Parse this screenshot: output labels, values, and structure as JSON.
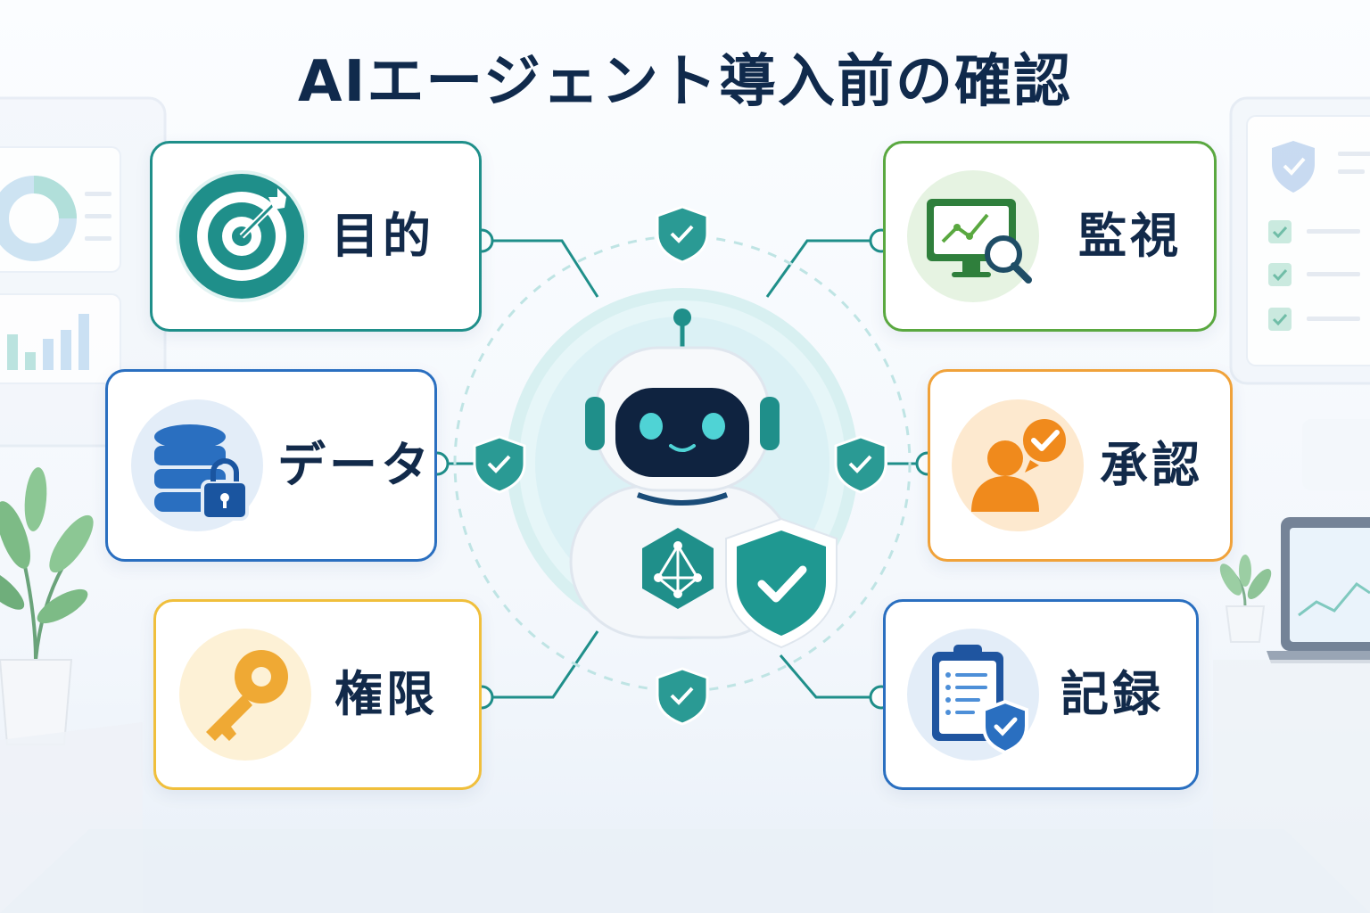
{
  "title": "AIエージェント導入前の確認",
  "colors": {
    "teal": "#1f8f8a",
    "blue": "#2a6fc0",
    "green": "#5aa840",
    "orange": "#f0a23a",
    "yellow": "#f0bf3c",
    "navy": "#102a4c"
  },
  "items": {
    "purpose": {
      "label": "目的",
      "icon": "target-icon"
    },
    "data": {
      "label": "データ",
      "icon": "database-lock-icon"
    },
    "permission": {
      "label": "権限",
      "icon": "key-icon"
    },
    "monitoring": {
      "label": "監視",
      "icon": "monitor-search-icon"
    },
    "approval": {
      "label": "承認",
      "icon": "user-approval-icon"
    },
    "record": {
      "label": "記録",
      "icon": "clipboard-shield-icon"
    }
  },
  "center": {
    "icon": "robot-shield-icon"
  }
}
